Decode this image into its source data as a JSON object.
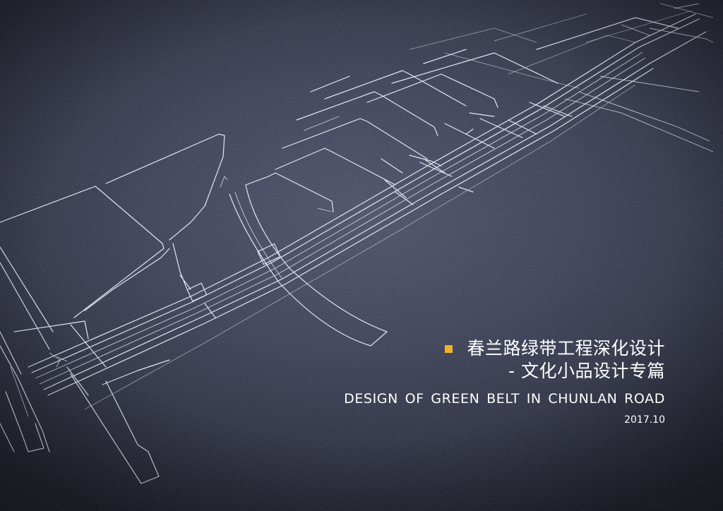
{
  "cover": {
    "title_cn_line1": "春兰路绿带工程深化设计",
    "title_cn_line2": "- 文化小品设计专篇",
    "title_en": "DESIGN OF GREEN BELT IN CHUNLAN ROAD",
    "date": "2017.10",
    "bullet_icon": "square-bullet-icon"
  },
  "colors": {
    "background": "#2e3244",
    "line": "#dfe6f0",
    "accent": "#f2b229",
    "text": "#ffffff"
  }
}
